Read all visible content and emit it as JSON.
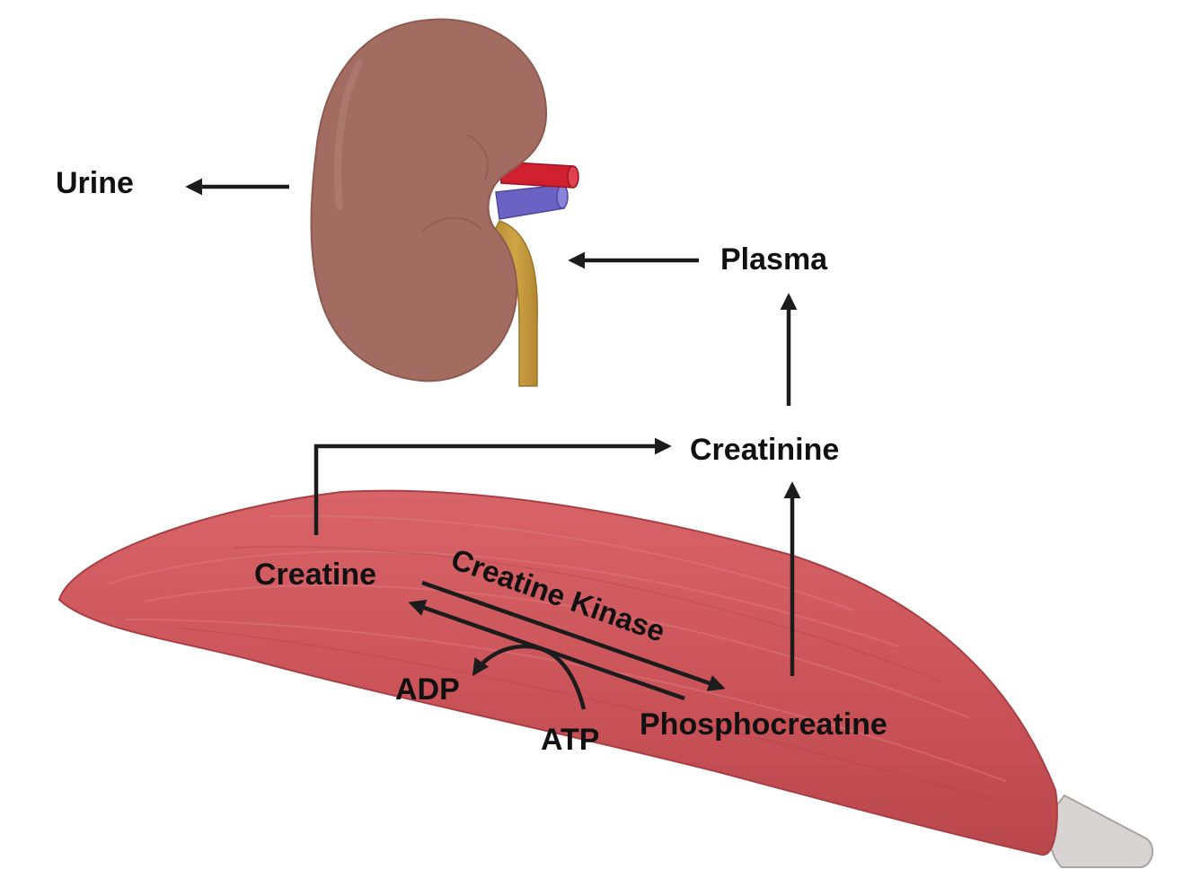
{
  "labels": {
    "urine": "Urine",
    "plasma": "Plasma",
    "creatinine": "Creatinine",
    "creatine": "Creatine",
    "creatine_kinase": "Creatine Kinase",
    "adp": "ADP",
    "atp": "ATP",
    "phosphocreatine": "Phosphocreatine"
  },
  "colors": {
    "kidney": "#a26c61",
    "muscle": "#cb5559",
    "tendon": "#d8d4d4",
    "artery": "#d02030",
    "vein": "#6b63c4",
    "ureter": "#c59a39",
    "arrow": "#1c1c1c"
  }
}
